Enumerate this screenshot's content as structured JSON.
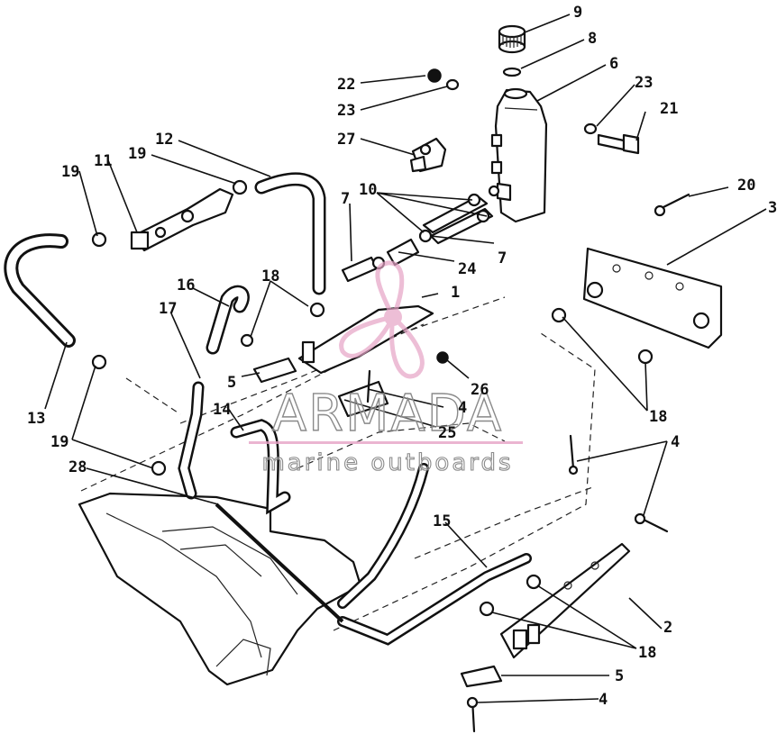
{
  "diagram": {
    "callouts": [
      "9",
      "8",
      "6",
      "22",
      "23",
      "23",
      "21",
      "27",
      "12",
      "19",
      "11",
      "10",
      "19",
      "7",
      "7",
      "24",
      "20",
      "3",
      "1",
      "18",
      "16",
      "17",
      "5",
      "26",
      "18",
      "13",
      "14",
      "4",
      "25",
      "19",
      "28",
      "4",
      "15",
      "2",
      "18",
      "5",
      "4"
    ],
    "watermark": {
      "brand": "ARMADA",
      "tagline": "marine outboards",
      "color": "#e6a3c6"
    },
    "line_color": "#111111"
  }
}
